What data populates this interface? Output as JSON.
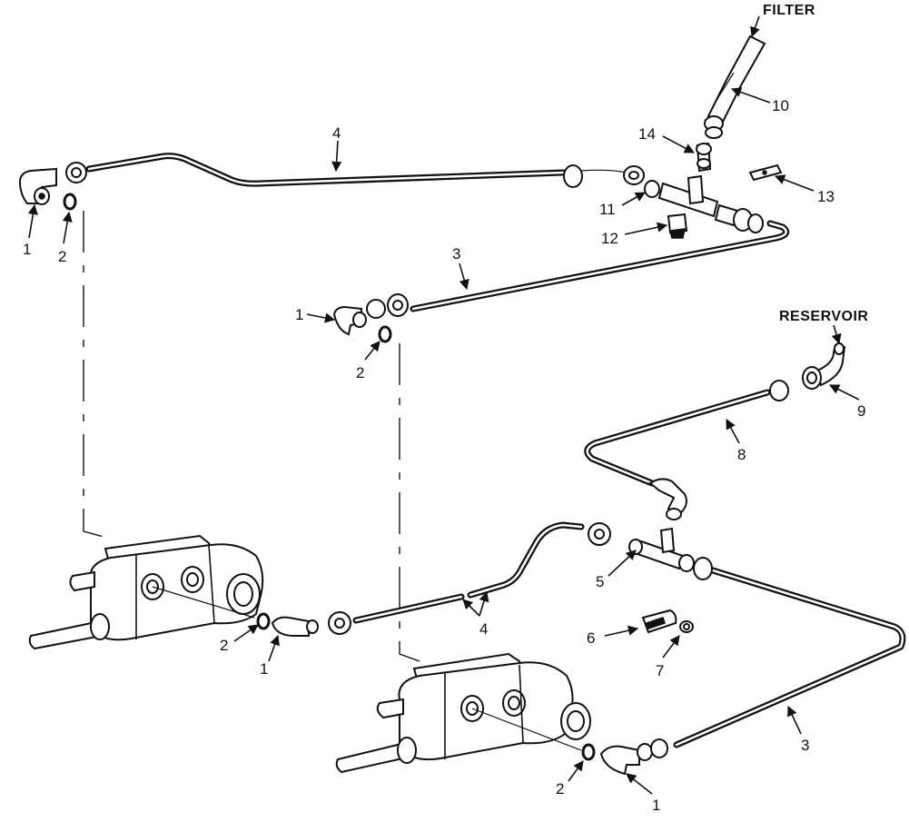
{
  "labels": {
    "filter": "FILTER",
    "reservoir": "RESERVOIR",
    "p1_a": "1",
    "p2_a": "2",
    "p4_a": "4",
    "p14": "14",
    "p10": "10",
    "p11": "11",
    "p12": "12",
    "p13": "13",
    "p3_a": "3",
    "p1_b": "1",
    "p2_b": "2",
    "p9": "9",
    "p8": "8",
    "p5": "5",
    "p4_b": "4",
    "p2_c": "2",
    "p1_c": "1",
    "p6": "6",
    "p7": "7",
    "p3_b": "3",
    "p2_d": "2",
    "p1_d": "1"
  }
}
